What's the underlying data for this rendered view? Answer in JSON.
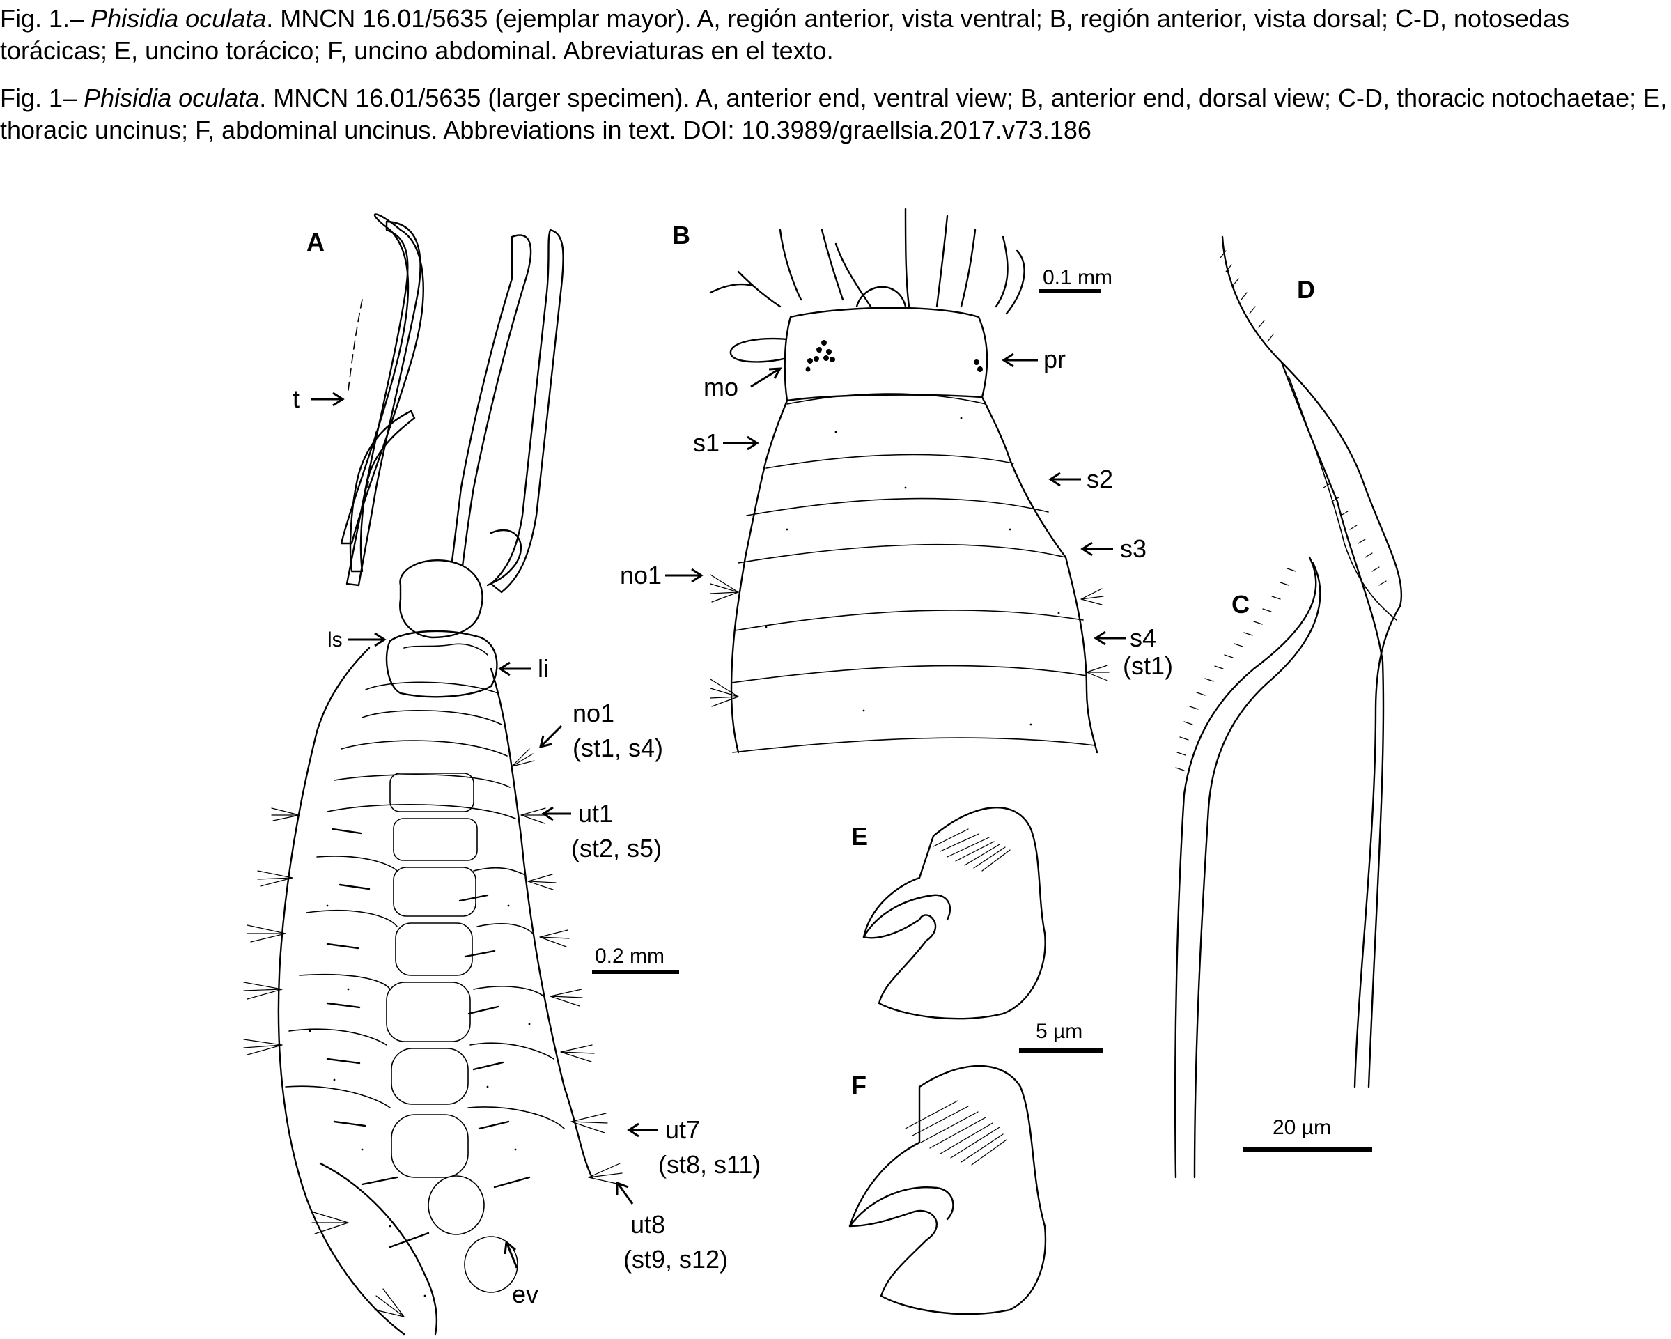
{
  "caption_es": {
    "prefix": "Fig. 1.– ",
    "species": "Phisidia oculata",
    "text": ". MNCN 16.01/5635 (ejemplar mayor). A, región anterior, vista ventral; B, región anterior, vista dorsal; C-D, notosedas torácicas; E, uncino torácico; F, uncino abdominal. Abreviaturas en el texto."
  },
  "caption_en": {
    "prefix": "Fig. 1– ",
    "species": "Phisidia oculata",
    "text": ". MNCN 16.01/5635 (larger specimen). A, anterior end, ventral view; B, anterior end, dorsal view; C-D, thoracic notochaetae; E, thoracic uncinus; F, abdominal uncinus. Abbreviations in text. DOI: 10.3989/graellsia.2017.v73.186"
  },
  "panels": {
    "a": "A",
    "b": "B",
    "c": "C",
    "d": "D",
    "e": "E",
    "f": "F"
  },
  "labels_a": {
    "t": "t",
    "ls": "ls",
    "li": "li",
    "no1": "no1",
    "no1_sub": "(st1, s4)",
    "ut1": "ut1",
    "ut1_sub": "(st2, s5)",
    "ut7": "ut7",
    "ut7_sub": "(st8, s11)",
    "ut8": "ut8",
    "ut8_sub": "(st9, s12)",
    "ev": "ev"
  },
  "labels_b": {
    "mo": "mo",
    "pr": "pr",
    "s1": "s1",
    "s2": "s2",
    "s3": "s3",
    "no1": "no1",
    "s4": "s4",
    "st1": "(st1)"
  },
  "scale_bars": {
    "a": "0.2 mm",
    "b": "0.1 mm",
    "ef": "5 µm",
    "cd": "20 µm"
  }
}
